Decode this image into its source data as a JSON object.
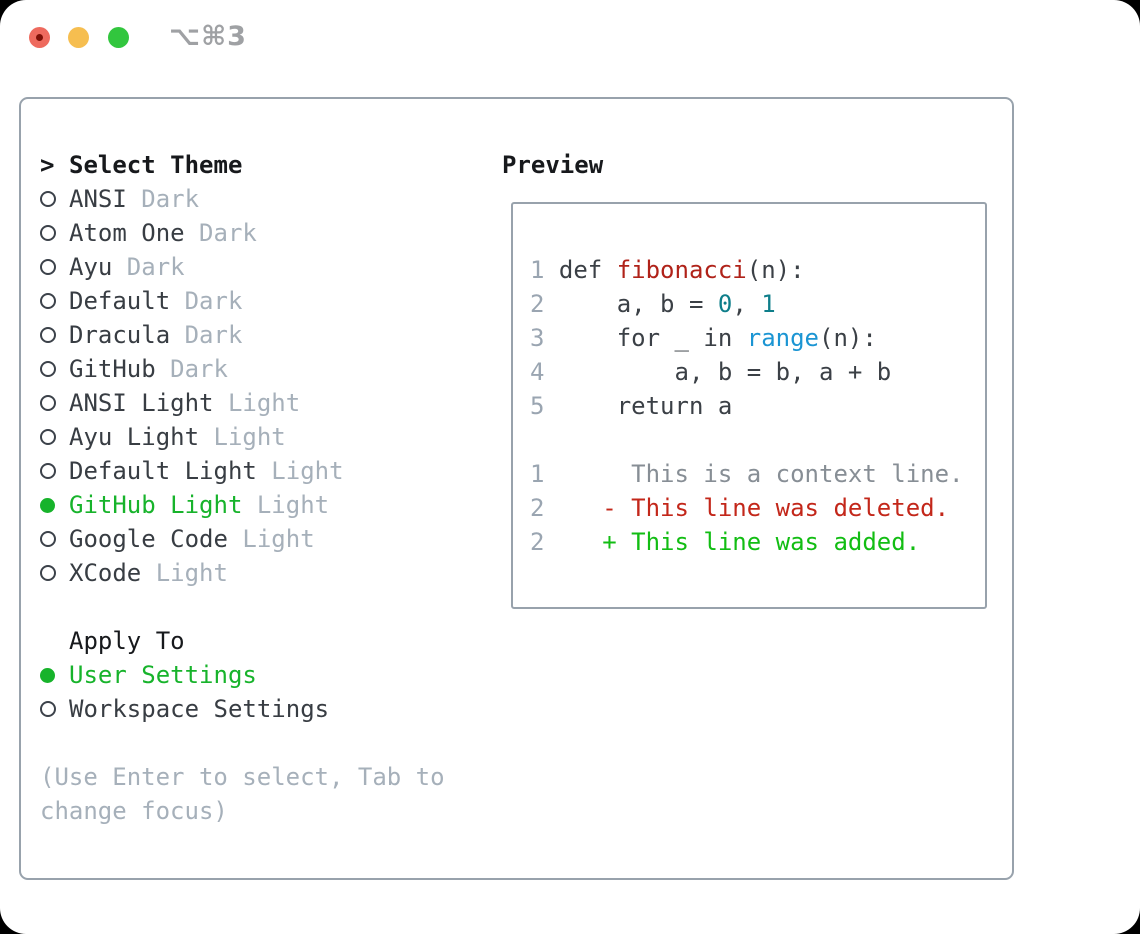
{
  "titlebar": {
    "title": "⌥⌘3",
    "traffic_lights": [
      "close",
      "minimize",
      "zoom"
    ]
  },
  "colors": {
    "selected_green": "#17b32b",
    "added_green": "#12bd13",
    "deleted_red": "#c3271a",
    "function_red": "#b02219",
    "number_teal": "#0e7e8a",
    "builtin_blue": "#1b95d3",
    "muted_gray": "#a6b0ba",
    "border_gray": "#98a2ac",
    "traffic_red": "#ee6a5e",
    "traffic_yellow": "#f6be50",
    "traffic_green": "#32c63e"
  },
  "theme_picker": {
    "header_prefix": ">",
    "header": "Select Theme",
    "themes": [
      {
        "name": "ANSI",
        "variant": "Dark",
        "selected": false
      },
      {
        "name": "Atom One",
        "variant": "Dark",
        "selected": false
      },
      {
        "name": "Ayu",
        "variant": "Dark",
        "selected": false
      },
      {
        "name": "Default",
        "variant": "Dark",
        "selected": false
      },
      {
        "name": "Dracula",
        "variant": "Dark",
        "selected": false
      },
      {
        "name": "GitHub",
        "variant": "Dark",
        "selected": false
      },
      {
        "name": "ANSI Light",
        "variant": "Light",
        "selected": false
      },
      {
        "name": "Ayu Light",
        "variant": "Light",
        "selected": false
      },
      {
        "name": "Default Light",
        "variant": "Light",
        "selected": false
      },
      {
        "name": "GitHub Light",
        "variant": "Light",
        "selected": true
      },
      {
        "name": "Google Code",
        "variant": "Light",
        "selected": false
      },
      {
        "name": "XCode",
        "variant": "Light",
        "selected": false
      }
    ],
    "apply_to": {
      "header": "Apply To",
      "options": [
        {
          "name": "User Settings",
          "selected": true
        },
        {
          "name": "Workspace Settings",
          "selected": false
        }
      ]
    },
    "hint_lines": [
      "(Use Enter to select, Tab to",
      "change focus)"
    ]
  },
  "preview": {
    "title": "Preview",
    "code_lines": [
      {
        "num": "1",
        "tokens": [
          {
            "text": "def ",
            "color": "code"
          },
          {
            "text": "fibonacci",
            "color": "func"
          },
          {
            "text": "(n):",
            "color": "code"
          }
        ]
      },
      {
        "num": "2",
        "tokens": [
          {
            "text": "    a, b = ",
            "color": "code"
          },
          {
            "text": "0",
            "color": "number"
          },
          {
            "text": ", ",
            "color": "code"
          },
          {
            "text": "1",
            "color": "number"
          }
        ]
      },
      {
        "num": "3",
        "tokens": [
          {
            "text": "    for _ in ",
            "color": "code"
          },
          {
            "text": "range",
            "color": "builtin"
          },
          {
            "text": "(n):",
            "color": "code"
          }
        ]
      },
      {
        "num": "4",
        "tokens": [
          {
            "text": "        a, b = b, a + b",
            "color": "code"
          }
        ]
      },
      {
        "num": "5",
        "tokens": [
          {
            "text": "    return a",
            "color": "code"
          }
        ]
      },
      {
        "blank": true
      },
      {
        "num": "1",
        "tokens": [
          {
            "text": "     This is a context line.",
            "color": "context"
          }
        ]
      },
      {
        "num": "2",
        "tokens": [
          {
            "text": "   - This line was deleted.",
            "color": "deleted"
          }
        ]
      },
      {
        "num": "2",
        "tokens": [
          {
            "text": "   + This line was added.",
            "color": "added"
          }
        ]
      }
    ]
  }
}
